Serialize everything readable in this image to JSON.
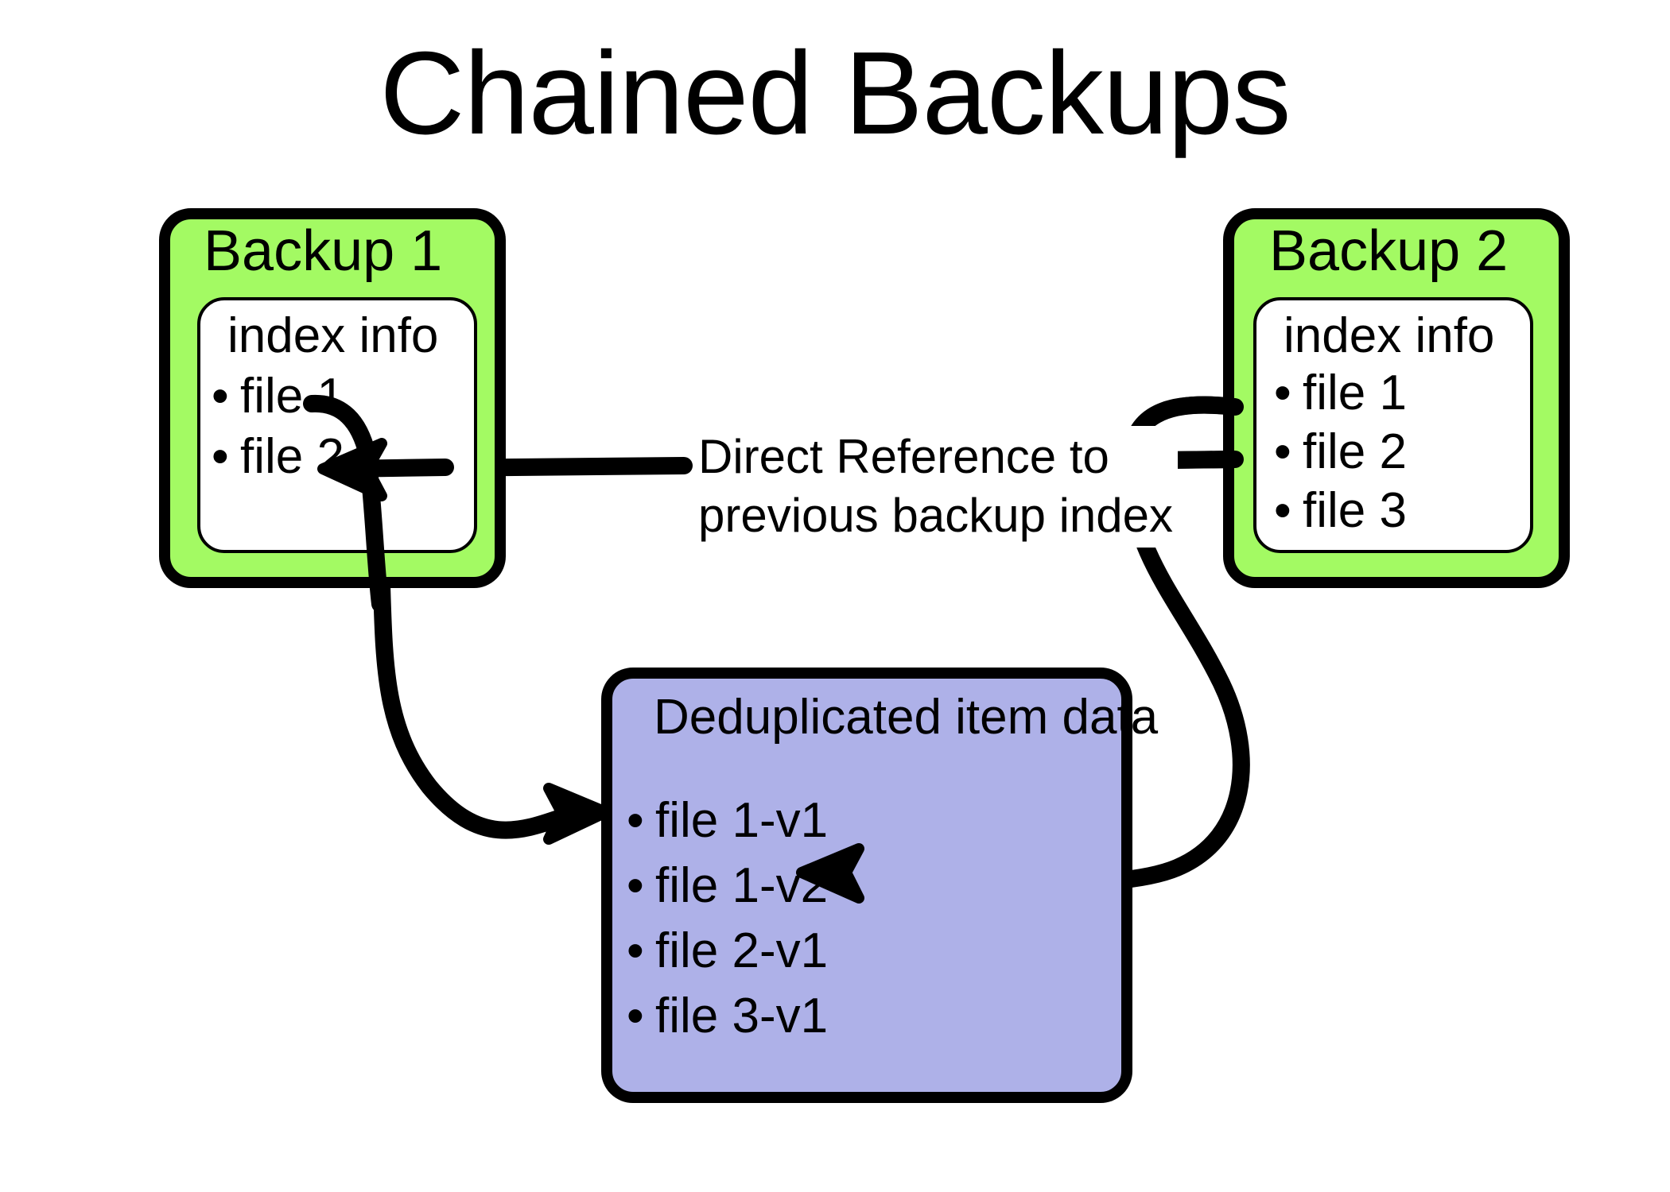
{
  "title": "Chained Backups",
  "colors": {
    "backup_fill": "#A3FA63",
    "dedup_fill": "#AEB1E8",
    "card_fill": "#FFFFFF",
    "stroke": "#000000",
    "background": "#FFFFFF"
  },
  "backups": [
    {
      "id": "backup-1",
      "title": "Backup 1",
      "index_heading": "index info",
      "files": [
        "file 1",
        "file 2"
      ]
    },
    {
      "id": "backup-2",
      "title": "Backup 2",
      "index_heading": "index info",
      "files": [
        "file 1",
        "file 2",
        "file 3"
      ]
    }
  ],
  "dedup": {
    "title": "Deduplicated item data",
    "items": [
      "file 1-v1",
      "file 1-v2",
      "file 2-v1",
      "file 3-v1"
    ]
  },
  "annotations": {
    "direct_reference": {
      "line1": "Direct Reference to",
      "line2": "previous backup index"
    }
  },
  "bullet_glyph": "•",
  "connectors": [
    {
      "name": "backup1-file1-to-dedup-file1v1",
      "from": "Backup 1 / file 1",
      "to": "Deduplicated item data / file 1-v1",
      "arrowhead": "end"
    },
    {
      "name": "backup2-file1-to-dedup-file1v2",
      "from": "Backup 2 / file 1",
      "to": "Deduplicated item data / file 1-v2",
      "arrowhead": "end"
    },
    {
      "name": "backup2-index-to-backup1-index",
      "from": "Backup 2 / file 2",
      "to": "Backup 1 / file 2",
      "arrowhead": "end",
      "label": "Direct Reference to previous backup index"
    }
  ]
}
